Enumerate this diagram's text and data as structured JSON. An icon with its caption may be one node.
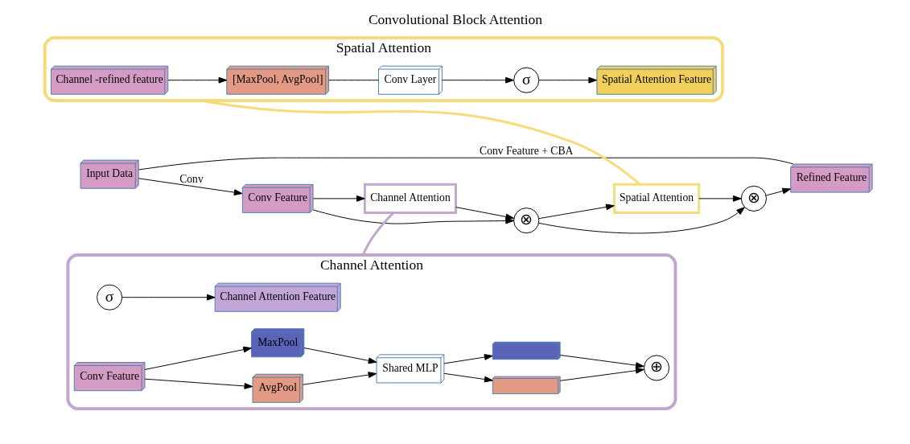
{
  "diagram": {
    "title": "Convolutional Block Attention",
    "nodes": [
      {
        "text": [
          "Channel Attention"
        ]
      },
      {
        "text": [
          "Conv Feature"
        ],
        "in": 0
      },
      {
        "text": [
          "MaxPool"
        ],
        "in": 0
      },
      {
        "text": [
          "AvgPool"
        ],
        "in": 0
      },
      {
        "text": [
          "Shared MLP"
        ],
        "in": 0
      },
      {
        "text": [],
        "shape": "bar",
        "in": 0
      },
      {
        "text": [],
        "shape": "bar",
        "in": 0
      },
      {
        "text": [
          "⊕"
        ],
        "in": 0
      },
      {
        "text": [
          "σ"
        ],
        "in": 0
      },
      {
        "text": [
          "Channel Attention Feature"
        ],
        "in": 0
      },
      {
        "text": [
          "Spatial Attention"
        ]
      },
      {
        "text": [
          "Channel -refined feature"
        ],
        "in": 10
      },
      {
        "text": [
          "[MaxPool, AvgPool]"
        ],
        "in": 10
      },
      {
        "text": [
          "Conv Layer"
        ],
        "in": 10
      },
      {
        "text": [
          "σ"
        ],
        "in": 10
      },
      {
        "text": [
          "Spatial Attention Feature"
        ],
        "in": 10
      },
      {
        "text": [
          "Input Data"
        ]
      },
      {
        "text": [
          "Conv Feature"
        ]
      },
      {
        "text": [
          "Channel Attention"
        ]
      },
      {
        "text": [
          "Spatial Attention"
        ]
      },
      {
        "text": [
          "⊗"
        ]
      },
      {
        "text": [
          "⊗"
        ]
      },
      {
        "text": [
          "Refined Feature"
        ]
      }
    ],
    "edges": [
      {
        "from": 1,
        "to": 2,
        "arrow": "to"
      },
      {
        "from": 1,
        "to": 3,
        "arrow": "to"
      },
      {
        "from": 2,
        "to": 4,
        "arrow": "to"
      },
      {
        "from": 3,
        "to": 4,
        "arrow": "to"
      },
      {
        "from": 4,
        "to": 5,
        "arrow": "to"
      },
      {
        "from": 4,
        "to": 6,
        "arrow": "to"
      },
      {
        "from": 5,
        "to": 7,
        "arrow": "to"
      },
      {
        "from": 6,
        "to": 7,
        "arrow": "to"
      },
      {
        "from": 8,
        "to": 9,
        "arrow": "to"
      },
      {
        "from": 11,
        "to": 12,
        "arrow": "to"
      },
      {
        "from": 12,
        "to": 13,
        "arrow": "none"
      },
      {
        "from": 13,
        "to": 14,
        "arrow": "to"
      },
      {
        "from": 14,
        "to": 15,
        "arrow": "to"
      },
      {
        "from": 16,
        "to": 17,
        "arrow": "to",
        "label": "Conv"
      },
      {
        "from": 17,
        "to": 18,
        "arrow": "to"
      },
      {
        "from": 18,
        "to": 20,
        "arrow": "to"
      },
      {
        "from": 17,
        "to": 20,
        "arrow": "to"
      },
      {
        "from": 20,
        "to": 19,
        "arrow": "to"
      },
      {
        "from": 19,
        "to": 21,
        "arrow": "to"
      },
      {
        "from": 20,
        "to": 21,
        "arrow": "to"
      },
      {
        "from": 21,
        "to": 22,
        "arrow": "to"
      },
      {
        "from": 16,
        "to": 22,
        "arrow": "none",
        "label": "Conv Feature + CBA"
      },
      {
        "from": 0,
        "to": 18,
        "arrow": "none",
        "style": "thick",
        "color": "#c3a6cf"
      },
      {
        "from": 10,
        "to": 19,
        "arrow": "none",
        "style": "thick",
        "color": "#f5dc78"
      }
    ]
  }
}
